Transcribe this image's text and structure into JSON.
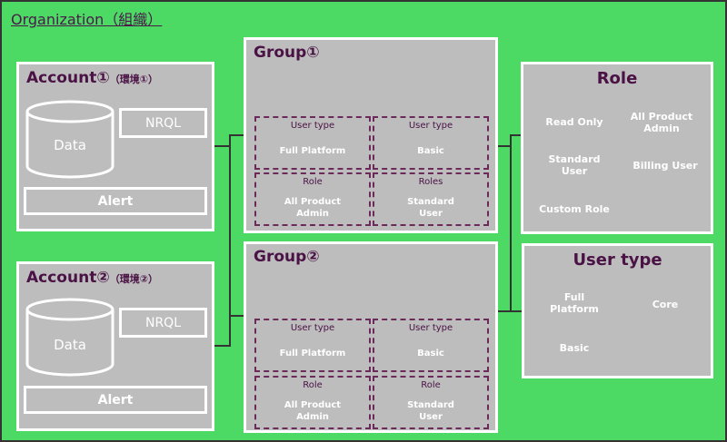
{
  "org_title": "Organization（組織）",
  "accounts": [
    {
      "title": "Account①",
      "sub": "（環境①）",
      "db_label": "Data",
      "nrql_label": "NRQL",
      "alert_label": "Alert"
    },
    {
      "title": "Account②",
      "sub": "（環境②）",
      "db_label": "Data",
      "nrql_label": "NRQL",
      "alert_label": "Alert"
    }
  ],
  "groups": [
    {
      "title": "Group①",
      "cells": [
        {
          "label": "User type",
          "value": "Full Platform"
        },
        {
          "label": "User type",
          "value": "Basic"
        },
        {
          "label": "Role",
          "value": "All Product Admin"
        },
        {
          "label": "Roles",
          "value": "Standard User"
        }
      ]
    },
    {
      "title": "Group②",
      "cells": [
        {
          "label": "User type",
          "value": "Full Platform"
        },
        {
          "label": "User type",
          "value": "Basic"
        },
        {
          "label": "Role",
          "value": "All Product Admin"
        },
        {
          "label": "Role",
          "value": "Standard User"
        }
      ]
    }
  ],
  "role_panel": {
    "title": "Role",
    "items": [
      "Read Only",
      "All Product Admin",
      "Standard User",
      "Billing User",
      "Custom Role"
    ]
  },
  "usertype_panel": {
    "title": "User type",
    "items": [
      "Full Platform",
      "Core",
      "Basic"
    ]
  },
  "colors": {
    "background": "#4cd964",
    "box": "#bdbdbd",
    "title": "#4a1245",
    "dashed": "#6b2a5a"
  }
}
